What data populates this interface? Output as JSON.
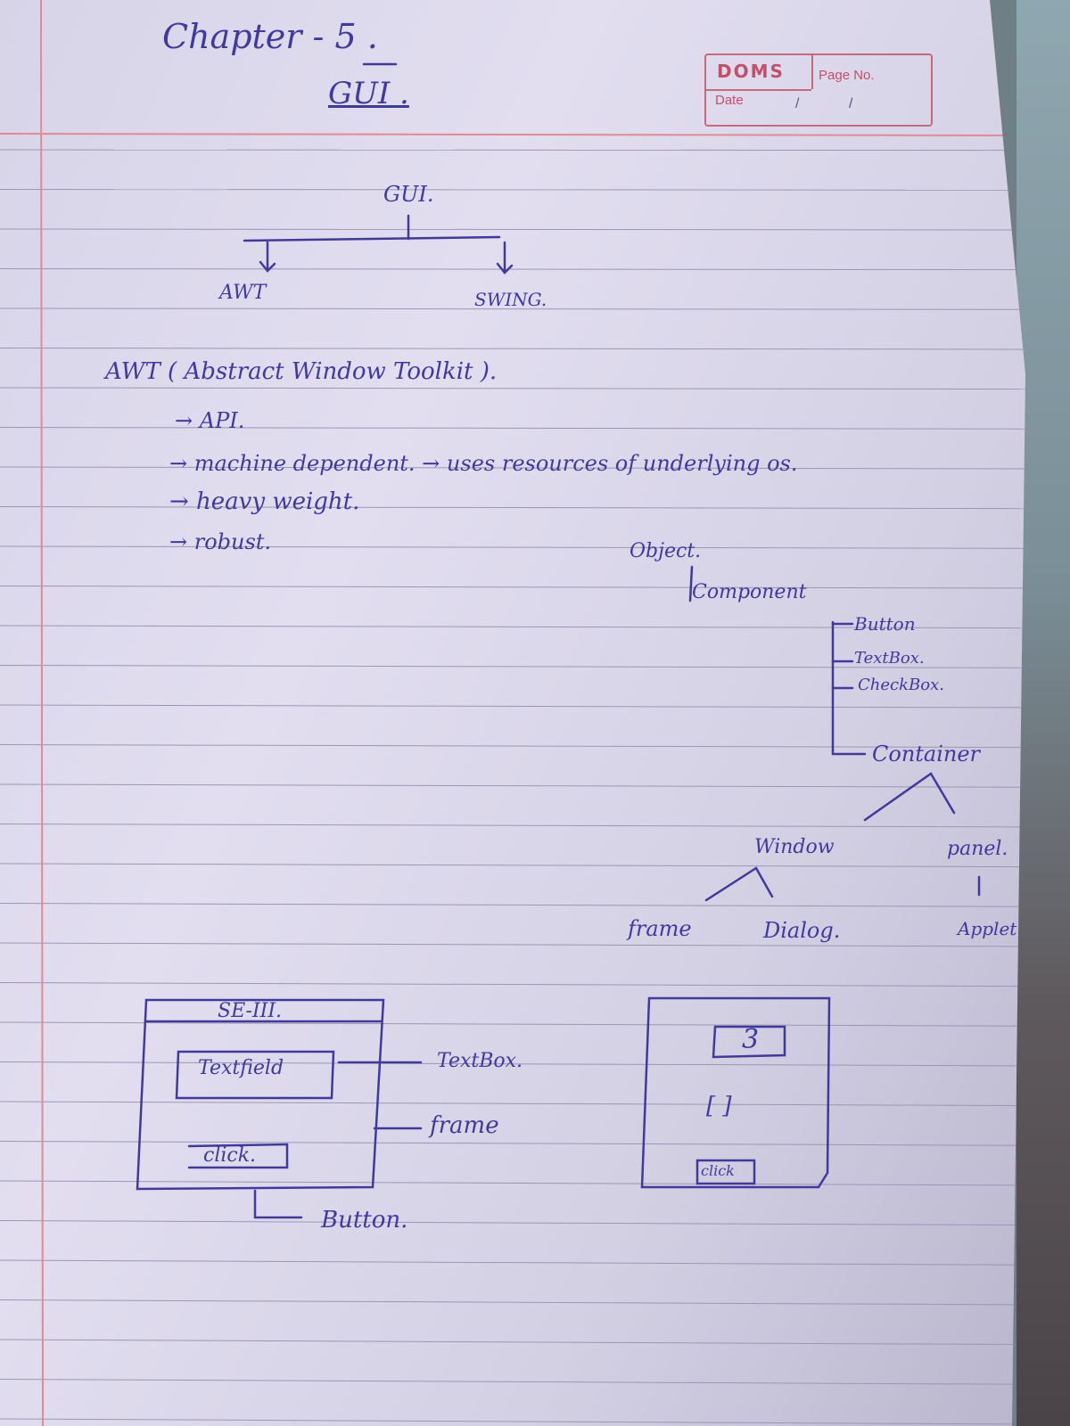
{
  "header": {
    "chapter": "Chapter - 5 .",
    "topic": "GUI ."
  },
  "doms_box": {
    "brand": "DOMS",
    "page_no_label": "Page No.",
    "date_label": "Date",
    "date_sep_1": "/",
    "date_sep_2": "/"
  },
  "tree1": {
    "root": "GUI.",
    "left": "AWT",
    "right": "SWING."
  },
  "awt": {
    "heading": "AWT ( Abstract Window Toolkit ).",
    "points": [
      "→ API.",
      "→ machine dependent. → uses resources of underlying os.",
      "→ heavy weight.",
      "→ robust."
    ]
  },
  "hierarchy": {
    "object": "Object.",
    "component": "Component",
    "children": [
      "Button",
      "TextBox.",
      "CheckBox."
    ],
    "container": "Container",
    "window": "Window",
    "panel": "panel.",
    "frame": "frame",
    "dialog": "Dialog.",
    "applet": "Applet."
  },
  "sketch1": {
    "title": "SE-III.",
    "textfield": "Textfield",
    "button": "click.",
    "label_textbox": "TextBox.",
    "label_frame": "frame",
    "label_button": "Button."
  },
  "sketch2": {
    "display": "3",
    "mid": "[ ]",
    "button": "click"
  },
  "colors": {
    "ink": "#3f3a9c",
    "margin": "#e08a94",
    "brand": "#c2506a"
  }
}
